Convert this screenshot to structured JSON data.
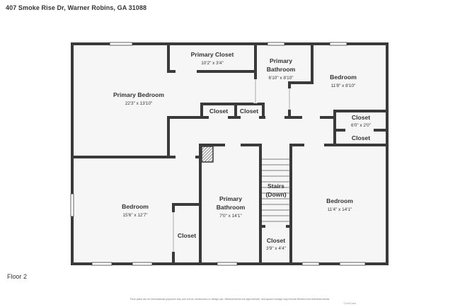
{
  "header": {
    "address": "407 Smoke Rise Dr, Warner Robins, GA 31088"
  },
  "floor": {
    "label": "Floor 2"
  },
  "rooms": [
    {
      "name": "Primary Closet",
      "dims": "10'2\" x 3'4\""
    },
    {
      "name": "Primary",
      "name2": "Bathroom",
      "dims": "6'10\" x 8'10\""
    },
    {
      "name": "Bedroom",
      "dims": "11'8\" x 8'10\""
    },
    {
      "name": "Primary Bedroom",
      "dims": "22'3\" x 13'10\""
    },
    {
      "name": "Closet"
    },
    {
      "name": "Closet"
    },
    {
      "name": "Closet",
      "dims": "6'0\" x 2'0\""
    },
    {
      "name": "Closet"
    },
    {
      "name": "Stairs",
      "name2": "(Down)"
    },
    {
      "name": "Bedroom",
      "dims": "15'6\" x 12'7\""
    },
    {
      "name": "Primary",
      "name2": "Bathroom",
      "dims": "7'0\" x 14'1\""
    },
    {
      "name": "Bedroom",
      "dims": "11'4\" x 14'1\""
    },
    {
      "name": "Closet"
    },
    {
      "name": "Closet",
      "dims": "3'9\" x 4'4\""
    }
  ],
  "footer": {
    "disclaimer": "Floor plans are for informational purposes only and not for construction or design use. Measurements are approximate, and square footage may include finished and unfinished areas.",
    "brand": "CubiCasa"
  },
  "colors": {
    "wall": "#3a3a3a",
    "floor": "#f6f6f6",
    "window": "#ffffff"
  }
}
